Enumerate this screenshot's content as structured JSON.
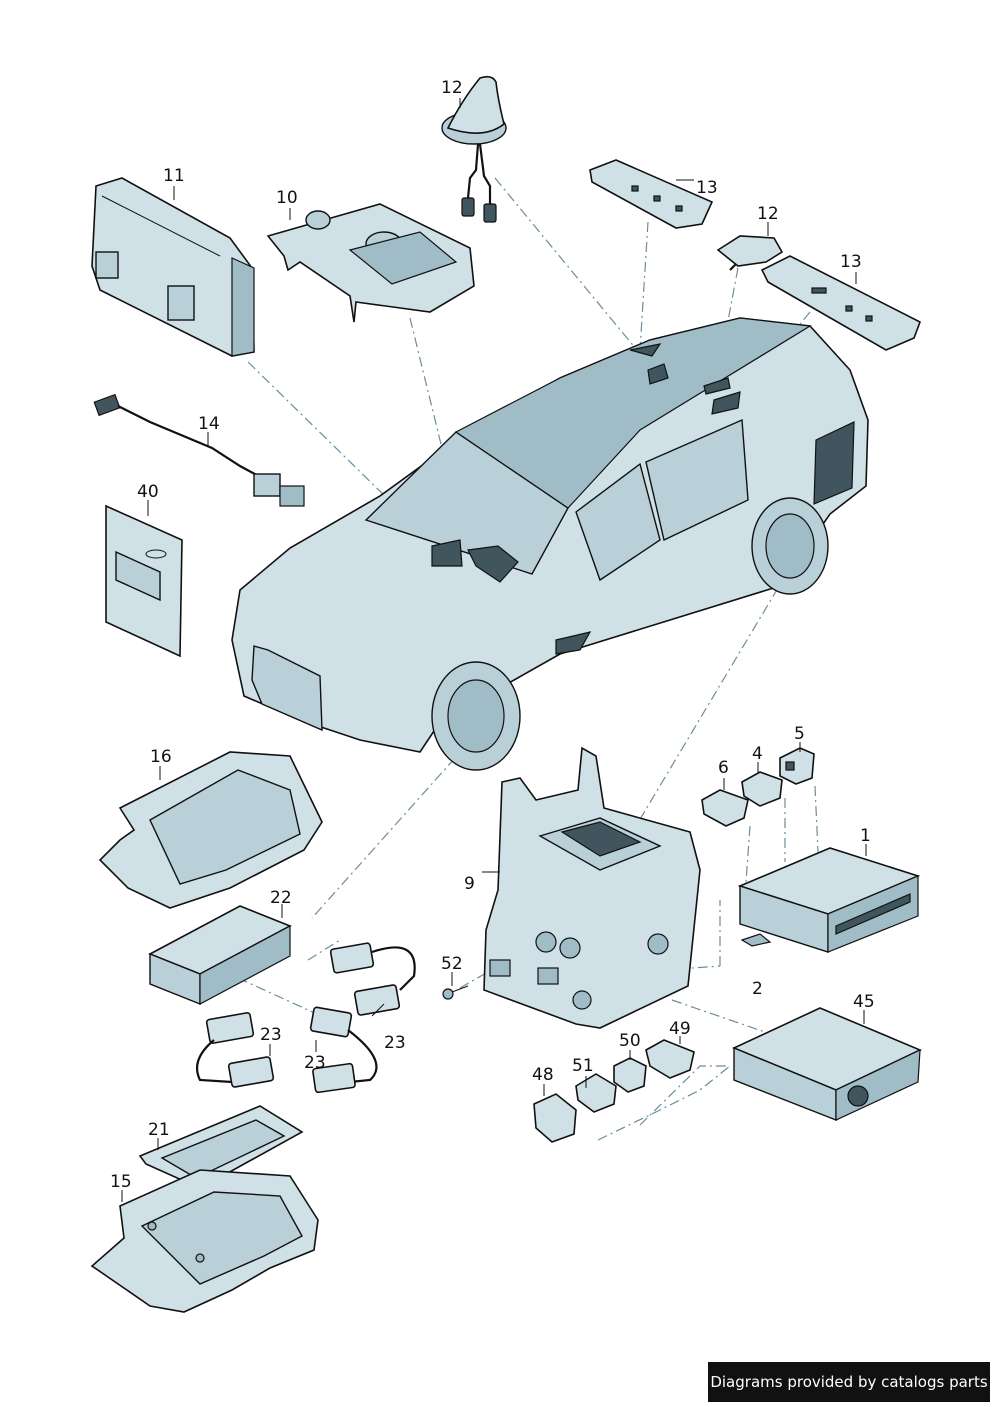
{
  "callouts": {
    "c12a": "12",
    "c11": "11",
    "c10": "10",
    "c13a": "13",
    "c12b": "12",
    "c13b": "13",
    "c14": "14",
    "c40": "40",
    "c16": "16",
    "c5": "5",
    "c4": "4",
    "c6": "6",
    "c1": "1",
    "c9": "9",
    "c22": "22",
    "c52": "52",
    "c2": "2",
    "c45": "45",
    "c23a": "23",
    "c23b": "23",
    "c23c": "23",
    "c50": "50",
    "c49": "49",
    "c48": "48",
    "c51": "51",
    "c21": "21",
    "c15": "15"
  },
  "footer": {
    "credit": "Diagrams provided by catalogs parts"
  },
  "colors": {
    "part_fill": "#cfe0e6",
    "part_shade": "#9fbcc7",
    "leader_dash": "#6c8d9b",
    "credit_bg": "#111111"
  }
}
